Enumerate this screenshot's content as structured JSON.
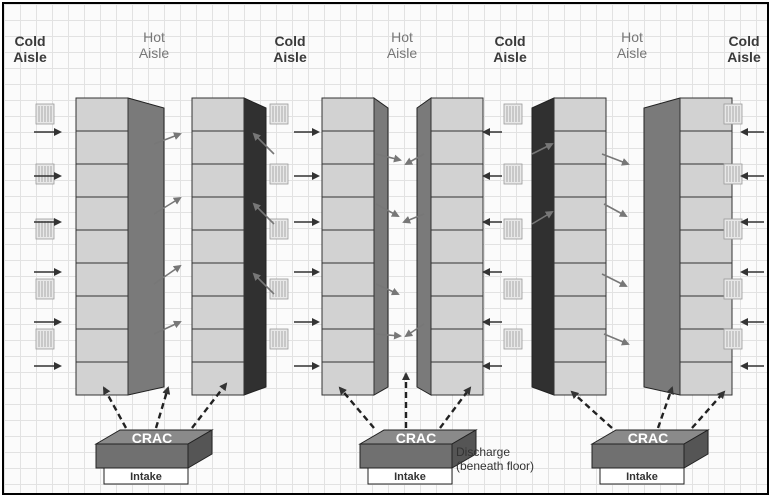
{
  "aisles": [
    {
      "label": "Cold\nAisle",
      "kind": "cold"
    },
    {
      "label": "Hot\nAisle",
      "kind": "hot"
    },
    {
      "label": "Cold\nAisle",
      "kind": "cold"
    },
    {
      "label": "Hot\nAisle",
      "kind": "hot"
    },
    {
      "label": "Cold\nAisle",
      "kind": "cold"
    },
    {
      "label": "Hot\nAisle",
      "kind": "hot"
    },
    {
      "label": "Cold\nAisle",
      "kind": "cold"
    }
  ],
  "crac_units": [
    {
      "label": "CRAC",
      "intake_label": "Intake"
    },
    {
      "label": "CRAC",
      "intake_label": "Intake"
    },
    {
      "label": "CRAC",
      "intake_label": "Intake"
    }
  ],
  "discharge_label": "Discharge\n(beneath floor)",
  "colors": {
    "rack_face": "#d2d2d2",
    "rack_side_light": "#7a7a7a",
    "rack_side_dark": "#303030",
    "crac_top": "#707070",
    "grid": "#e2e2e2"
  }
}
